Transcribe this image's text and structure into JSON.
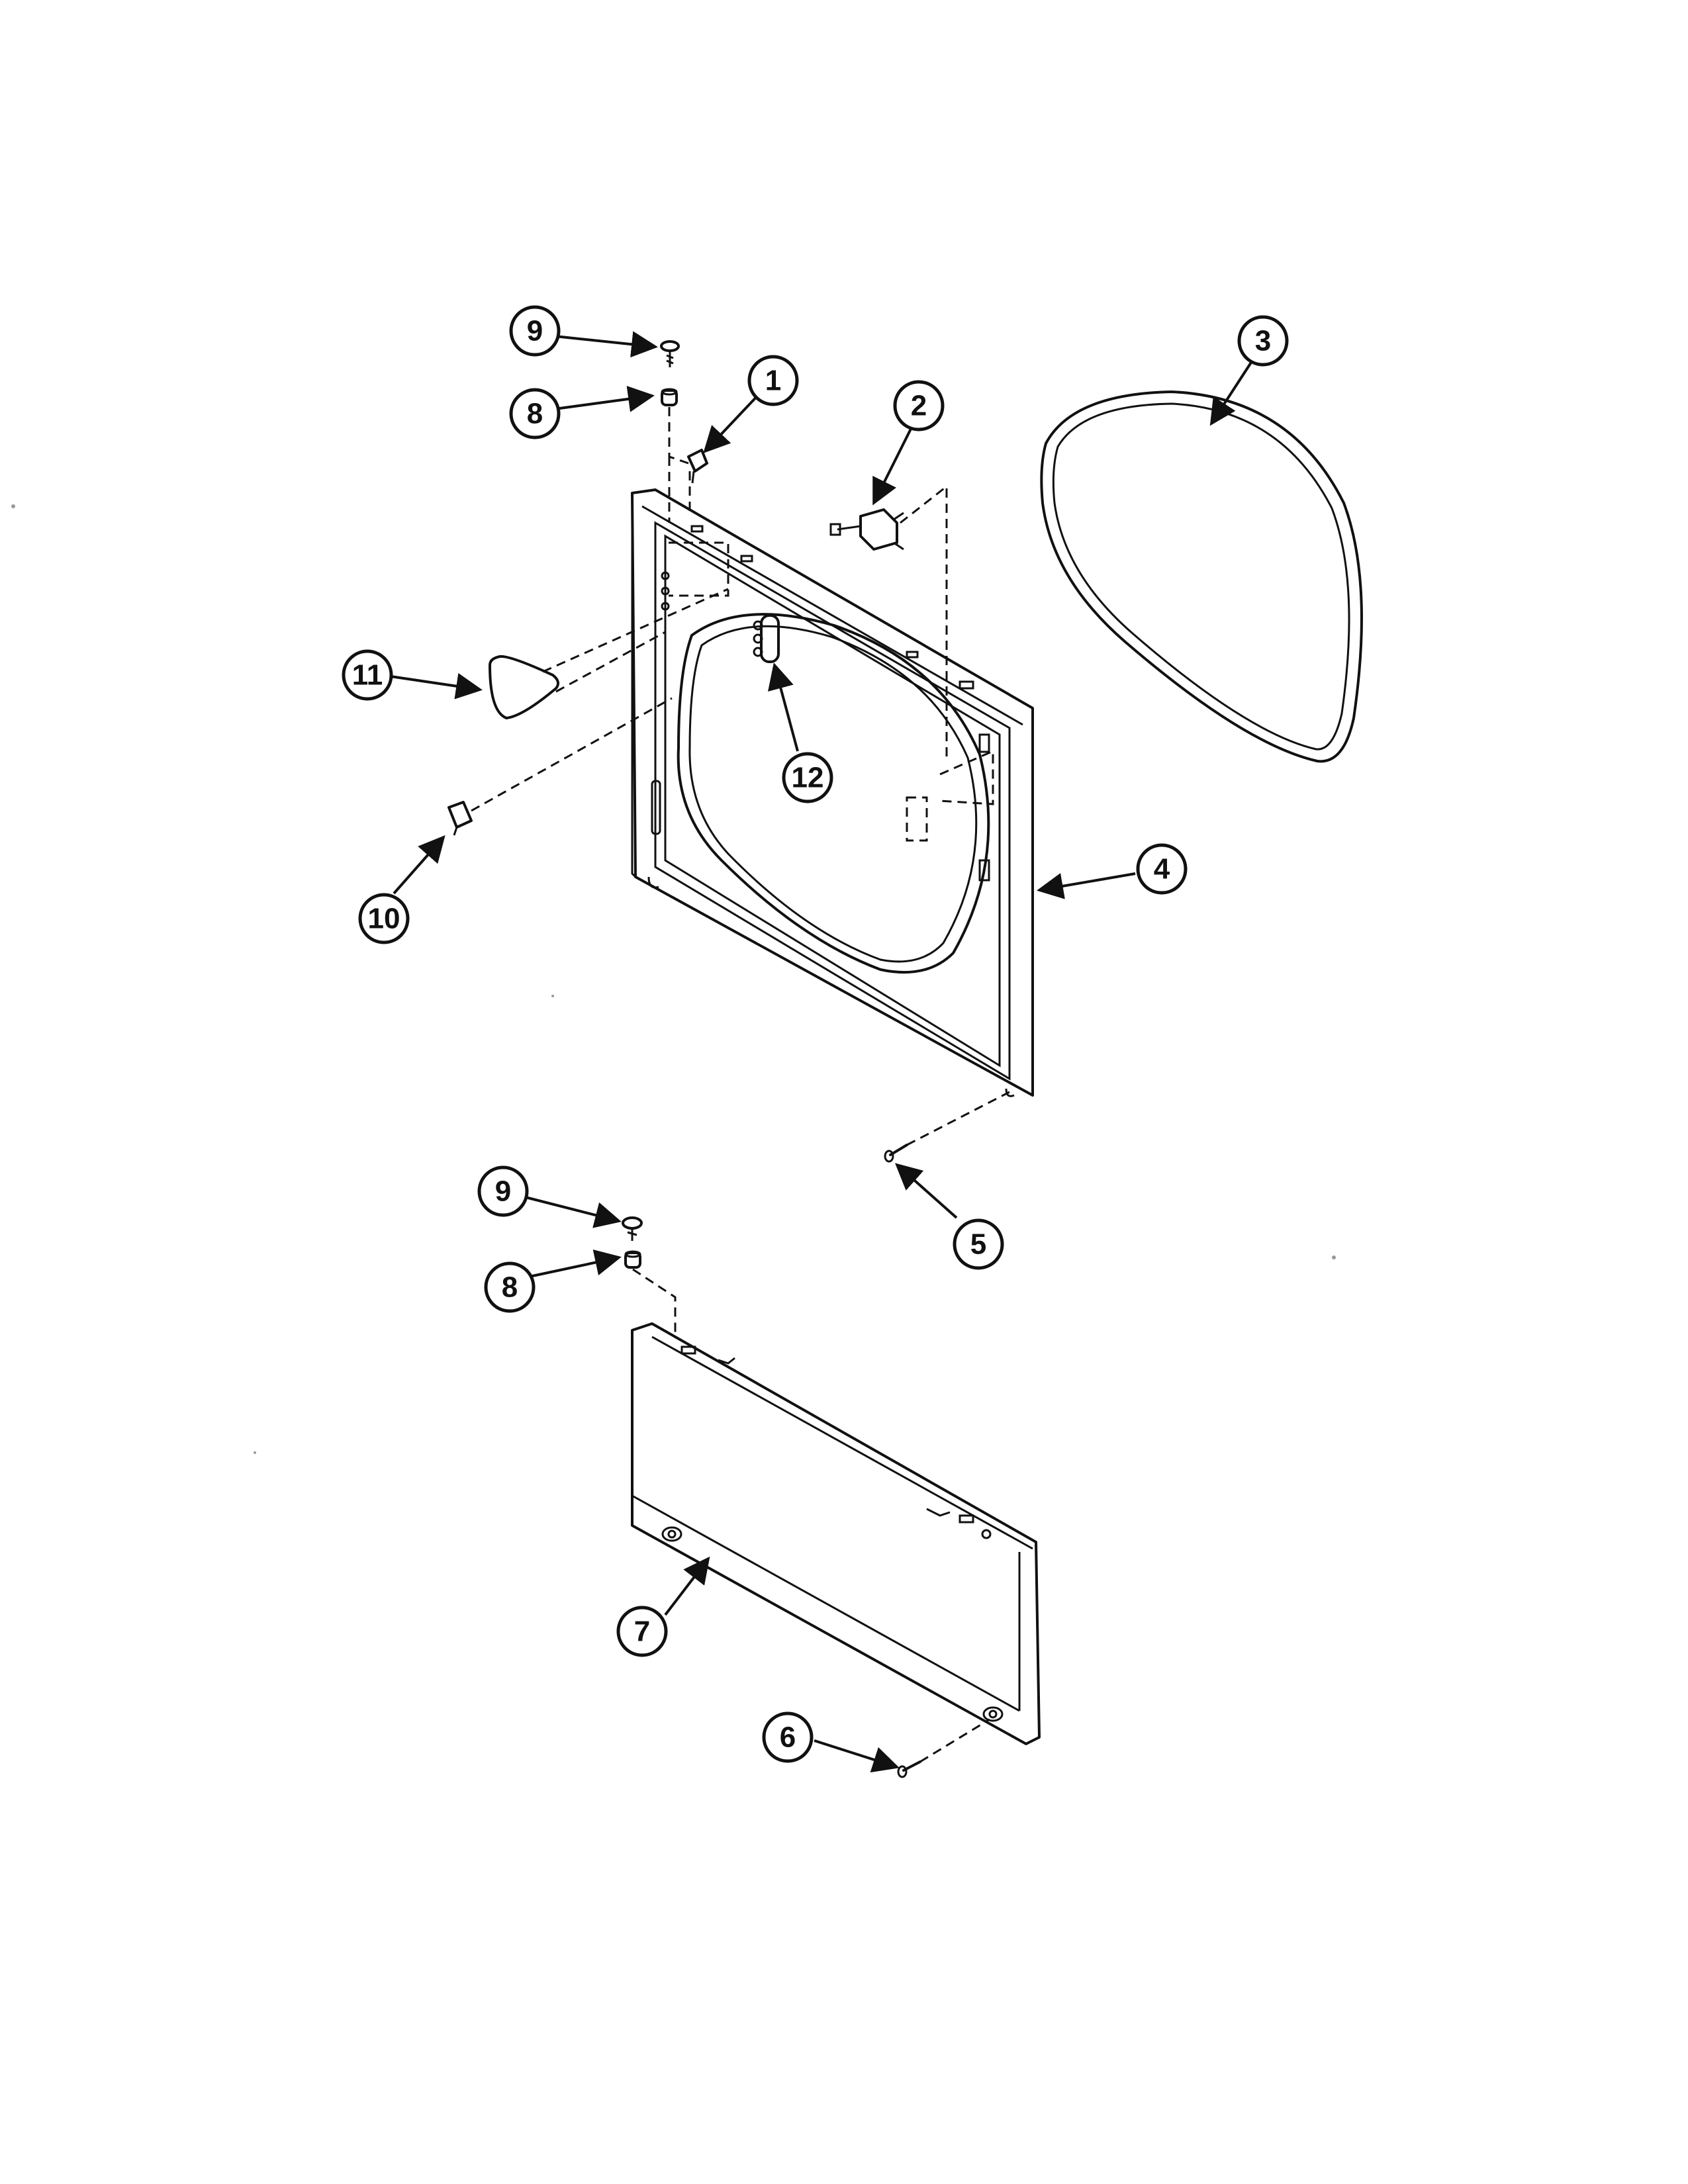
{
  "callouts": [
    {
      "id": "c9a",
      "label": "9"
    },
    {
      "id": "c8a",
      "label": "8"
    },
    {
      "id": "c1",
      "label": "1"
    },
    {
      "id": "c2",
      "label": "2"
    },
    {
      "id": "c3",
      "label": "3"
    },
    {
      "id": "c11",
      "label": "11"
    },
    {
      "id": "c12",
      "label": "12"
    },
    {
      "id": "c10",
      "label": "10"
    },
    {
      "id": "c4",
      "label": "4"
    },
    {
      "id": "c5",
      "label": "5"
    },
    {
      "id": "c9b",
      "label": "9"
    },
    {
      "id": "c8b",
      "label": "8"
    },
    {
      "id": "c7",
      "label": "7"
    },
    {
      "id": "c6",
      "label": "6"
    }
  ]
}
